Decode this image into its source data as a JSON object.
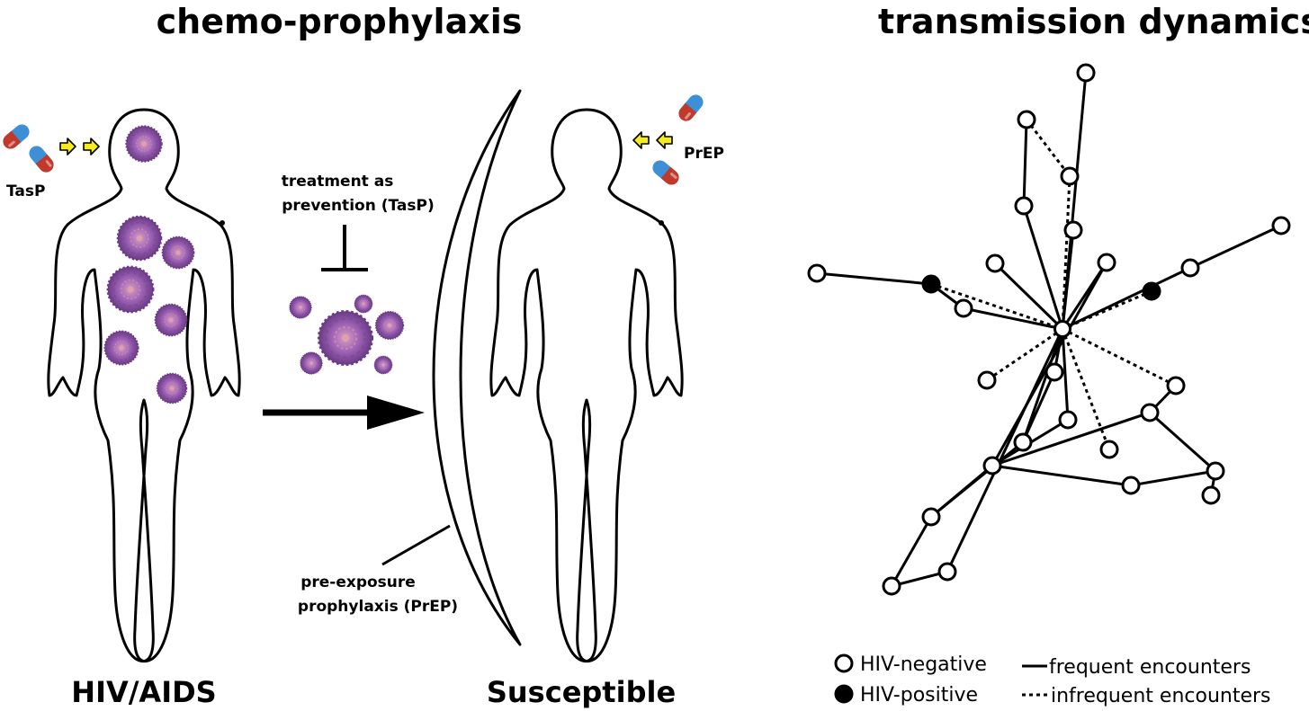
{
  "titles": {
    "left": "chemo-prophylaxis",
    "right": "transmission dynamics"
  },
  "figure_labels": {
    "infected_person": "HIV/AIDS",
    "susceptible_person": "Susceptible",
    "tasp_drug": "TasP",
    "prep_drug": "PrEP",
    "tasp_block": "treatment as prevention (TasP)",
    "tasp_block_line1": "treatment as",
    "tasp_block_line2": "prevention (TasP)",
    "prep_shield_line1": "pre-exposure",
    "prep_shield_line2": "prophylaxis (PrEP)"
  },
  "legend": {
    "negative": "HIV-negative",
    "positive": "HIV-positive",
    "frequent": "frequent encounters",
    "infrequent": "infrequent encounters"
  },
  "colors": {
    "virus_fill": "#9b5fb0",
    "virus_dark": "#6a3a85",
    "virus_core": "#c98aa0",
    "pill_red": "#c0392b",
    "pill_blue": "#3d8fd6",
    "arrow_yellow": "#f4ec1e"
  },
  "network": {
    "nodes": [
      {
        "id": "hub",
        "status": "negative"
      },
      {
        "id": "n1",
        "status": "negative"
      },
      {
        "id": "n2",
        "status": "negative"
      },
      {
        "id": "n3",
        "status": "negative"
      },
      {
        "id": "n4",
        "status": "negative"
      },
      {
        "id": "n5",
        "status": "negative"
      },
      {
        "id": "n6",
        "status": "negative"
      },
      {
        "id": "n7",
        "status": "negative"
      },
      {
        "id": "n8",
        "status": "positive"
      },
      {
        "id": "n9",
        "status": "negative"
      },
      {
        "id": "n10",
        "status": "negative"
      },
      {
        "id": "n11",
        "status": "negative"
      },
      {
        "id": "n12",
        "status": "positive"
      },
      {
        "id": "n13",
        "status": "negative"
      },
      {
        "id": "n14",
        "status": "negative"
      },
      {
        "id": "n15",
        "status": "negative"
      },
      {
        "id": "n16",
        "status": "negative"
      },
      {
        "id": "n17",
        "status": "negative"
      },
      {
        "id": "n18",
        "status": "negative"
      },
      {
        "id": "n19",
        "status": "negative"
      },
      {
        "id": "n20",
        "status": "negative"
      },
      {
        "id": "n21",
        "status": "negative"
      },
      {
        "id": "n22",
        "status": "negative"
      },
      {
        "id": "n23",
        "status": "negative"
      },
      {
        "id": "n24",
        "status": "negative"
      },
      {
        "id": "n25",
        "status": "negative"
      },
      {
        "id": "n26",
        "status": "negative"
      },
      {
        "id": "n27",
        "status": "negative"
      }
    ],
    "edges": [
      {
        "from": "hub",
        "to": "n1",
        "type": "frequent"
      },
      {
        "from": "n2",
        "to": "n3",
        "type": "infrequent"
      },
      {
        "from": "n2",
        "to": "n4",
        "type": "frequent"
      },
      {
        "from": "n4",
        "to": "hub",
        "type": "frequent"
      },
      {
        "from": "n3",
        "to": "hub",
        "type": "infrequent"
      },
      {
        "from": "hub",
        "to": "n5",
        "type": "frequent"
      },
      {
        "from": "hub",
        "to": "n6",
        "type": "frequent"
      },
      {
        "from": "hub",
        "to": "n7",
        "type": "frequent"
      },
      {
        "from": "n9",
        "to": "n8",
        "type": "frequent"
      },
      {
        "from": "n8",
        "to": "n10",
        "type": "frequent"
      },
      {
        "from": "n10",
        "to": "hub",
        "type": "frequent"
      },
      {
        "from": "n8",
        "to": "hub",
        "type": "infrequent"
      },
      {
        "from": "n11",
        "to": "n13",
        "type": "frequent"
      },
      {
        "from": "n13",
        "to": "hub",
        "type": "frequent"
      },
      {
        "from": "n12",
        "to": "hub",
        "type": "infrequent"
      },
      {
        "from": "hub",
        "to": "n14",
        "type": "infrequent"
      },
      {
        "from": "hub",
        "to": "n15",
        "type": "frequent"
      },
      {
        "from": "hub",
        "to": "n16",
        "type": "frequent"
      },
      {
        "from": "hub",
        "to": "n17",
        "type": "infrequent"
      },
      {
        "from": "hub",
        "to": "n18",
        "type": "infrequent"
      },
      {
        "from": "hub",
        "to": "n19",
        "type": "frequent"
      },
      {
        "from": "n15",
        "to": "n19",
        "type": "frequent"
      },
      {
        "from": "n19",
        "to": "n24",
        "type": "frequent"
      },
      {
        "from": "n24",
        "to": "n25",
        "type": "frequent"
      },
      {
        "from": "n25",
        "to": "n26",
        "type": "frequent"
      },
      {
        "from": "n26",
        "to": "hub",
        "type": "frequent"
      },
      {
        "from": "n16",
        "to": "n20",
        "type": "frequent"
      },
      {
        "from": "n20",
        "to": "n21",
        "type": "frequent"
      },
      {
        "from": "n18",
        "to": "n21",
        "type": "frequent"
      },
      {
        "from": "n21",
        "to": "n22",
        "type": "frequent"
      },
      {
        "from": "n22",
        "to": "n27",
        "type": "frequent"
      },
      {
        "from": "n23",
        "to": "n22",
        "type": "frequent"
      },
      {
        "from": "n7",
        "to": "n20",
        "type": "frequent"
      },
      {
        "from": "n20",
        "to": "n23",
        "type": "frequent"
      },
      {
        "from": "n24",
        "to": "n20",
        "type": "frequent"
      }
    ]
  }
}
